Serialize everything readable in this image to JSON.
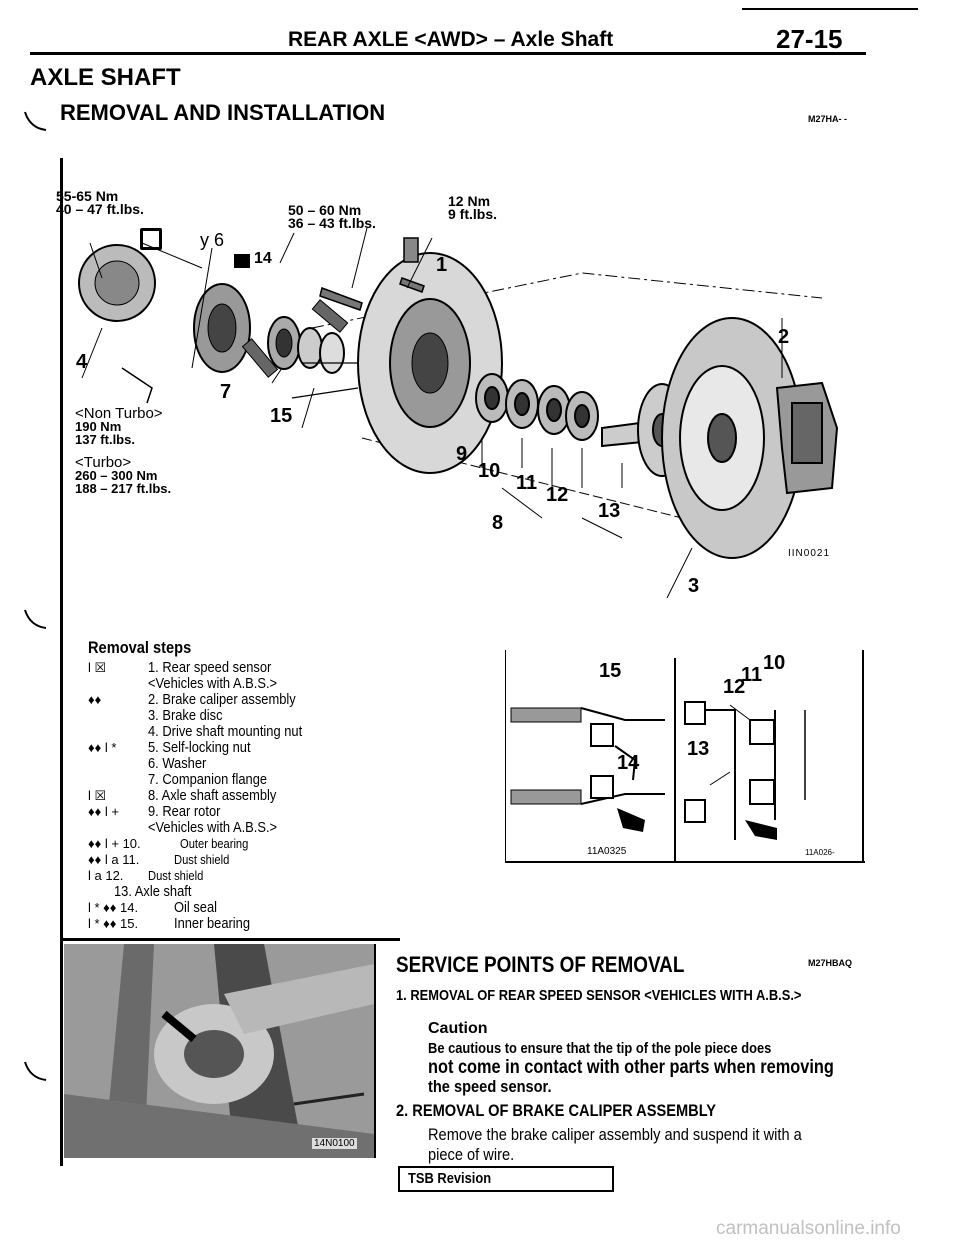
{
  "header": {
    "title": "REAR AXLE <AWD> – Axle Shaft",
    "page_number": "27-15"
  },
  "section": {
    "title": "AXLE SHAFT",
    "subtitle": "REMOVAL AND INSTALLATION",
    "code": "M27HA- -"
  },
  "diagram": {
    "torque_1_nm": "55-65 Nm",
    "torque_1_ftlbs": "40 – 47 ft.lbs.",
    "torque_2_nm": "50 – 60 Nm",
    "torque_2_ftlbs": "36 – 43 ft.lbs.",
    "torque_3_nm": "12 Nm",
    "torque_3_ftlbs": "9 ft.lbs.",
    "y6": "y 6",
    "n14": "14",
    "nonturbo": "<Non Turbo>",
    "nonturbo_nm": "190 Nm",
    "nonturbo_ftlbs": "137 ft.lbs.",
    "turbo": "<Turbo>",
    "turbo_nm": "260 – 300 Nm",
    "turbo_ftlbs": "188 – 217 ft.lbs.",
    "code": "IIN0021",
    "callouts": [
      "1",
      "2",
      "3",
      "4",
      "7",
      "15",
      "9",
      "10",
      "11",
      "12",
      "13",
      "8"
    ]
  },
  "removal": {
    "title": "Removal steps",
    "steps": [
      {
        "marker": "l ☒",
        "text": "1. Rear speed sensor"
      },
      {
        "marker": "",
        "text": "<Vehicles with A.B.S.>"
      },
      {
        "marker": "♦♦",
        "text": "2. Brake caliper assembly"
      },
      {
        "marker": "",
        "text": "3. Brake disc"
      },
      {
        "marker": "",
        "text": "4. Drive shaft mounting nut"
      },
      {
        "marker": "♦♦ l *",
        "text": "5. Self-locking nut"
      },
      {
        "marker": "",
        "text": "6. Washer"
      },
      {
        "marker": "",
        "text": "7. Companion flange"
      },
      {
        "marker": "l ☒",
        "text": "8. Axle shaft assembly"
      },
      {
        "marker": "♦♦ l +",
        "text": "9. Rear rotor"
      },
      {
        "marker": "",
        "text": "<Vehicles with A.B.S.>"
      },
      {
        "marker": "♦♦ l + 10.",
        "text": "Outer bearing"
      },
      {
        "marker": "♦♦ l a 11.",
        "text": "Dust shield"
      },
      {
        "marker": "l a 12.",
        "text": "Dust shield"
      },
      {
        "marker": "",
        "text": "13. Axle shaft"
      },
      {
        "marker": "l * ♦♦ 14.",
        "text": "Oil seal"
      },
      {
        "marker": "l * ♦♦ 15.",
        "text": "Inner bearing"
      }
    ]
  },
  "detail_figure": {
    "labels": [
      "15",
      "14",
      "13",
      "12",
      "11",
      "10"
    ],
    "code_left": "11A0325",
    "code_right": "11A026-"
  },
  "photo": {
    "code": "14N0100"
  },
  "service": {
    "title": "SERVICE POINTS OF REMOVAL",
    "code": "M27HBAQ",
    "item1_heading": "1. REMOVAL OF REAR SPEED SENSOR <VEHICLES WITH A.B.S.>",
    "caution_title": "Caution",
    "caution_line1": "Be cautious to ensure that the tip of the pole piece does",
    "caution_line2": "not come in contact with other parts when removing",
    "caution_line3": "the speed sensor.",
    "item2_heading": "2. REMOVAL OF BRAKE CALIPER ASSEMBLY",
    "item2_text1": "Remove the brake caliper assembly and suspend it with a",
    "item2_text2": "piece of wire."
  },
  "footer": {
    "tsb": "TSB Revision",
    "watermark": "carmanualsonline.info"
  }
}
